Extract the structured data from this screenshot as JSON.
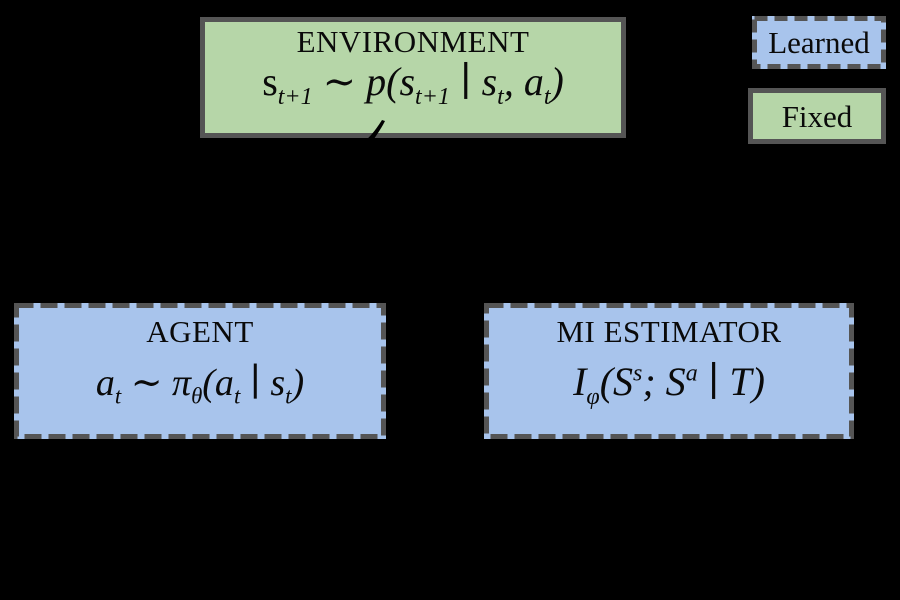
{
  "colors": {
    "background": "#000000",
    "learned_fill": "#a8c4ec",
    "fixed_fill": "#b6d6a8",
    "border_color": "#555555",
    "text_color": "#0a0a0a"
  },
  "environment": {
    "title": "ENVIRONMENT",
    "formula": [
      "s",
      "t+1",
      " ∼ p(s",
      "t+1",
      " ∣ s",
      "t",
      ", a",
      "t",
      ")"
    ]
  },
  "agent": {
    "title": "AGENT",
    "formula": [
      "a",
      "t",
      " ∼ π",
      "θ",
      "(a",
      "t",
      " ∣ s",
      "t",
      ")"
    ]
  },
  "mi_estimator": {
    "title": "MI ESTIMATOR",
    "formula": [
      "I",
      "φ",
      "(S",
      "s",
      "; S",
      "a",
      " ∣ ",
      "T",
      ")"
    ]
  },
  "legend": {
    "learned_label": "Learned",
    "fixed_label": "Fixed"
  }
}
